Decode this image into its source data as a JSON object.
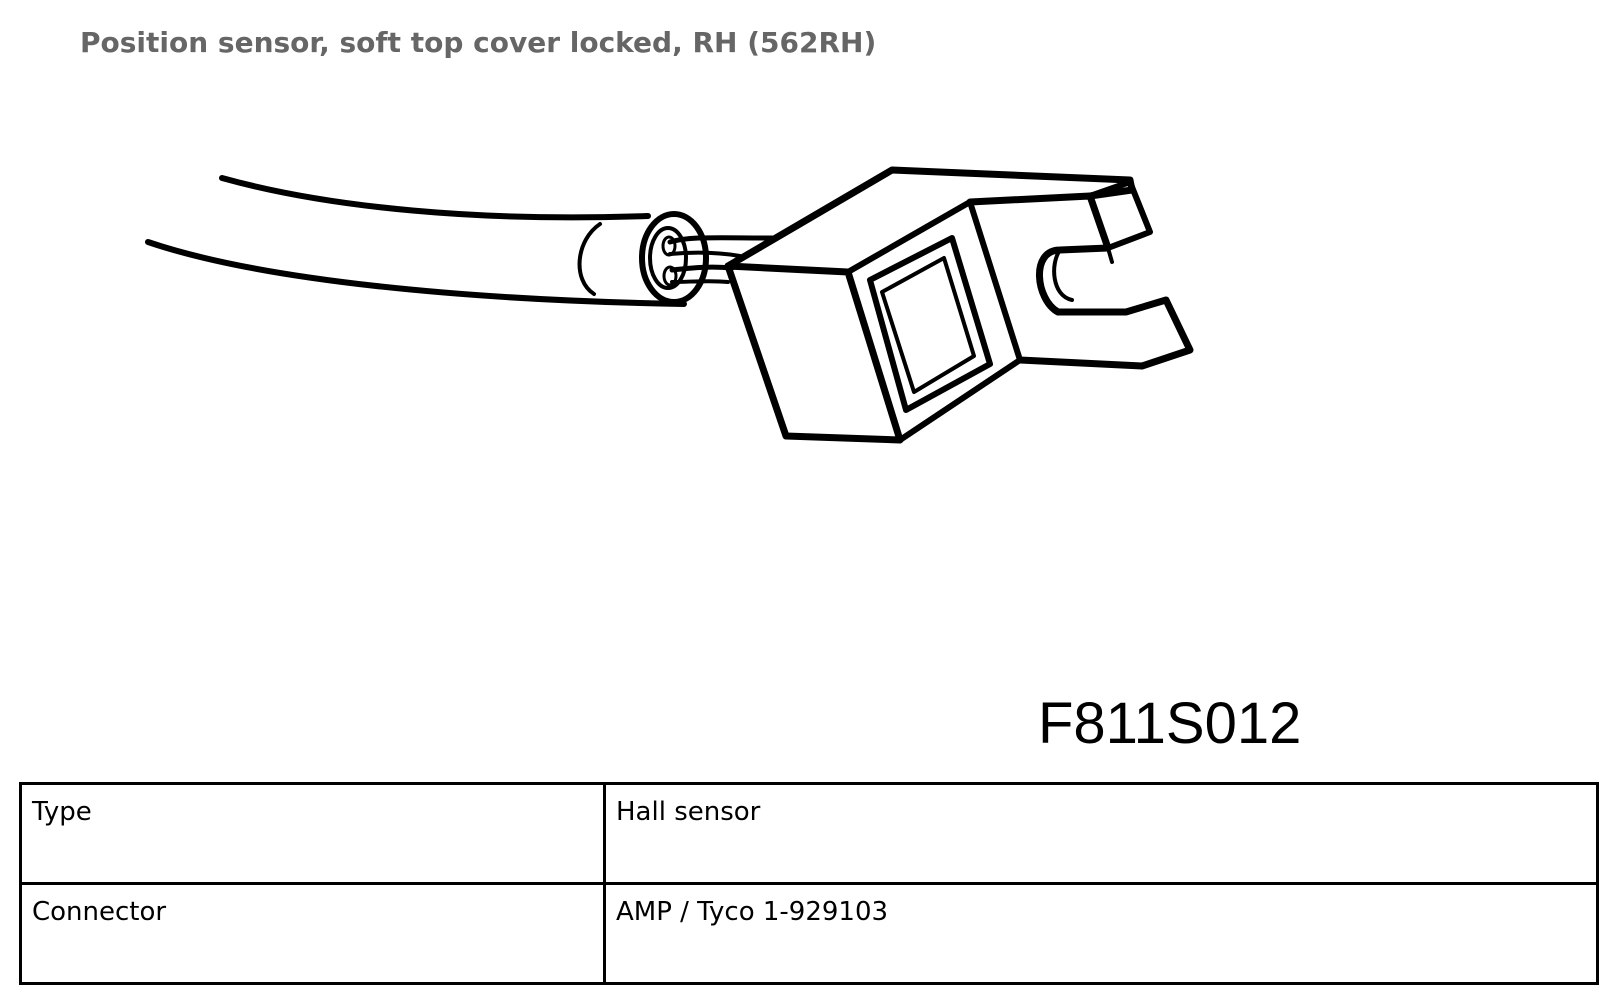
{
  "document": {
    "title": "Position sensor, soft top cover locked, RH (562RH)",
    "figure_code": "F811S012"
  },
  "illustration": {
    "subject": "hall-sensor-with-cable-and-fork-bracket"
  },
  "spec_table": {
    "rows": [
      {
        "label": "Type",
        "value": "Hall sensor"
      },
      {
        "label": "Connector",
        "value": "AMP / Tyco 1-929103"
      }
    ]
  }
}
